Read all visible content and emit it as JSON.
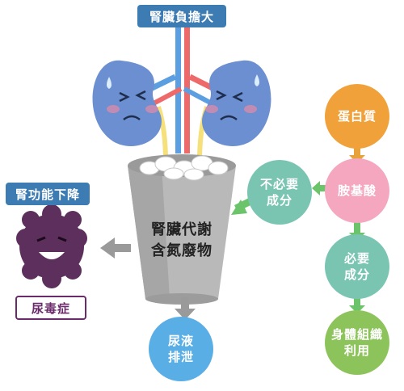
{
  "top_label": "腎臟負擔大",
  "left_label": "腎功能下降",
  "bin_text": "腎臟代謝\n含氮廢物",
  "urine_label": "尿液\n排泄",
  "uremia_label": "尿毒症",
  "flow": {
    "protein": "蛋白質",
    "amino_acid": "胺基酸",
    "unnecessary": "不必要\n成分",
    "necessary": "必要\n成分",
    "body_tissue": "身體組織\n利用"
  },
  "colors": {
    "blue_tag": "#3d7bb3",
    "protein": "#f0a13a",
    "amino_acid": "#f4a7bf",
    "unnecessary": "#79c5b2",
    "necessary": "#79c5b2",
    "body_tissue": "#8cc45b",
    "urine": "#5aaee6",
    "kidney": "#6b8fd0",
    "uremia_blob": "#5c2f5c"
  },
  "icons": [
    "kidney-icon",
    "waste-bin-icon",
    "uremia-blob-icon"
  ]
}
